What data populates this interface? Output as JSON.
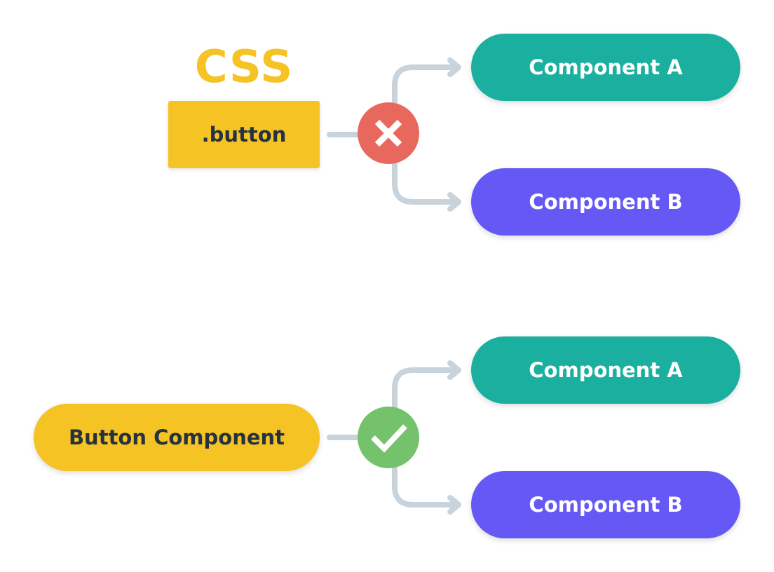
{
  "top_section": {
    "title": "CSS",
    "selector_label": ".button",
    "status_icon": "cross-icon",
    "targets": [
      "Component A",
      "Component B"
    ]
  },
  "bottom_section": {
    "source_label": "Button Component",
    "status_icon": "check-icon",
    "targets": [
      "Component A",
      "Component B"
    ]
  },
  "colors": {
    "yellow": "#f6c324",
    "teal": "#1aaf9f",
    "purple": "#6558f4",
    "error_red": "#e8685e",
    "success_green": "#74c26c",
    "connector_gray": "#c8d3dc",
    "dark_text": "#25323f"
  }
}
